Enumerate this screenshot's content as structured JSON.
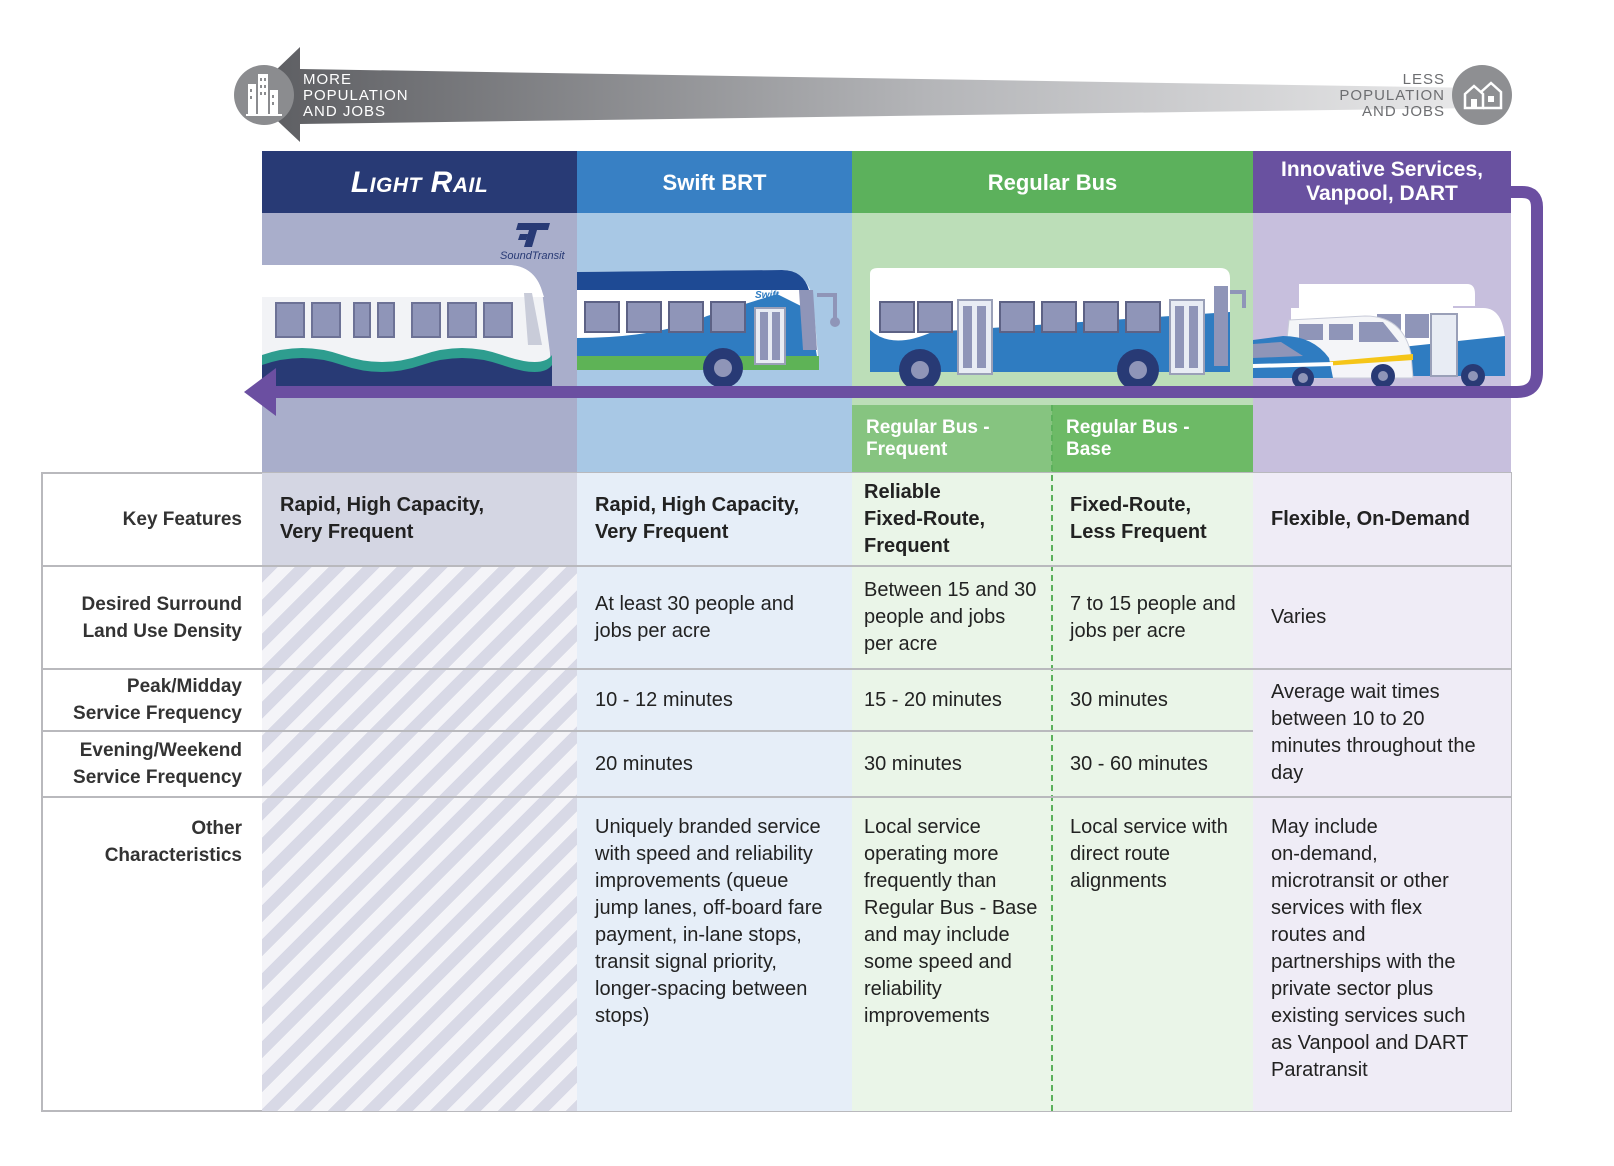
{
  "population": {
    "more_label": "MORE\nPOPULATION\nAND JOBS",
    "less_label": "LESS\nPOPULATION\nAND JOBS",
    "more_icon": "city-buildings-icon",
    "less_icon": "houses-icon"
  },
  "modes": {
    "light_rail": "Light Rail",
    "swift": "Swift BRT",
    "regular_bus": "Regular Bus",
    "innovative": "Innovative Services,\nVanpool, DART",
    "regular_frequent": "Regular Bus -\nFrequent",
    "regular_base": "Regular Bus -\nBase"
  },
  "vehicles": {
    "sound_transit_logo": "SoundTransit",
    "swift_logo": "Swift"
  },
  "rows": {
    "key_features": {
      "label": "Key Features",
      "light_rail": "Rapid, High Capacity,\nVery Frequent",
      "swift": "Rapid, High Capacity,\nVery Frequent",
      "frequent": "Reliable\nFixed-Route,\nFrequent",
      "base": "Fixed-Route,\nLess Frequent",
      "innovative": "Flexible, On-Demand"
    },
    "density": {
      "label": "Desired Surround\nLand Use Density",
      "swift": "At least 30 people and\njobs per acre",
      "frequent": "Between 15 and 30\npeople and jobs\nper acre",
      "base": "7 to 15 people and\njobs per acre",
      "innovative": "Varies"
    },
    "peak": {
      "label": "Peak/Midday\nService Frequency",
      "swift": "10 - 12 minutes",
      "frequent": "15 - 20 minutes",
      "base": "30 minutes"
    },
    "evening": {
      "label": "Evening/Weekend\nService Frequency",
      "swift": "20 minutes",
      "frequent": "30 minutes",
      "base": "30 - 60 minutes"
    },
    "innovative_frequency": "Average wait times\nbetween 10 to 20\nminutes throughout the\nday",
    "other": {
      "label": "Other\nCharacteristics",
      "swift": "Uniquely branded service\nwith speed and reliability\nimprovements (queue\njump lanes, off-board fare\npayment, in-lane stops,\ntransit signal priority,\nlonger-spacing between\nstops)",
      "frequent": "Local service\noperating more\nfrequently than\nRegular Bus - Base\nand may include\nsome speed and\nreliability\nimprovements",
      "base": "Local service with\ndirect route\nalignments",
      "innovative": "May include\non-demand,\nmicrotransit or other\nservices with flex\nroutes and\npartnerships with the\nprivate sector plus\nexisting services such\nas Vanpool and DART\nParatransit"
    }
  },
  "colors": {
    "light_rail_header": "#283a75",
    "swift_header": "#3880c4",
    "regular_header": "#5cb15c",
    "innovative_header": "#6951a0",
    "arrow_purple": "#6b4fa1"
  }
}
